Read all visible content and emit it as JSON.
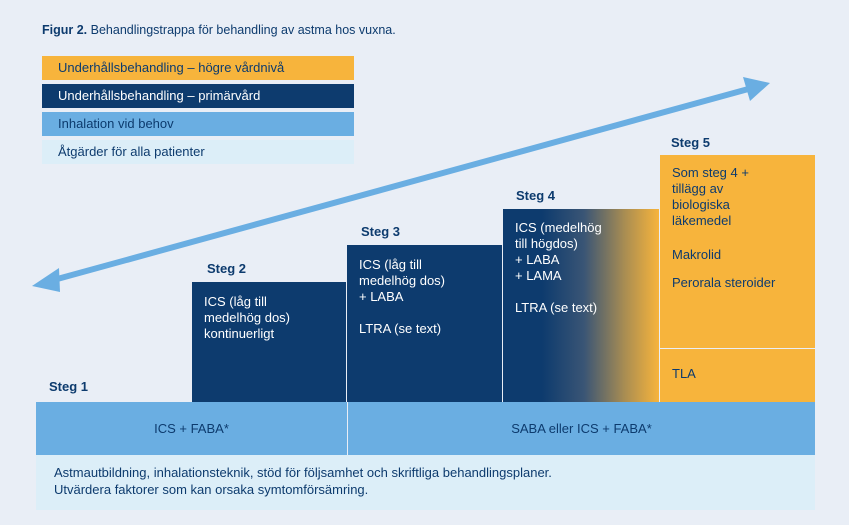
{
  "title": {
    "prefix": "Figur 2.",
    "text": " Behandlingstrappa för behandling av astma hos vuxna."
  },
  "legend": [
    {
      "label": "Underhållsbehandling – högre vårdnivå",
      "color": "#f7b43c"
    },
    {
      "label": "Underhållsbehandling – primärvård",
      "color": "#0d3b6e"
    },
    {
      "label": "Inhalation vid behov",
      "color": "#6aaee2"
    },
    {
      "label": "Åtgärder för alla patienter",
      "color": "#dceef8"
    }
  ],
  "steps": {
    "step1": {
      "label": "Steg 1"
    },
    "step2": {
      "label": "Steg 2",
      "lines": [
        "ICS (låg till",
        "medelhög dos)",
        "kontinuerligt"
      ]
    },
    "step3": {
      "label": "Steg 3",
      "lines": [
        "ICS (låg till",
        "medelhög dos)",
        "+ LABA"
      ],
      "extra": "LTRA (se text)"
    },
    "step4": {
      "label": "Steg 4",
      "lines": [
        "ICS (medelhög",
        "till högdos)",
        "+ LABA",
        "+ LAMA"
      ],
      "extra": "LTRA (se text)"
    },
    "step5": {
      "label": "Steg 5",
      "lines": [
        "Som steg 4 +",
        "tillägg av",
        "biologiska",
        "läkemedel"
      ],
      "item2": "Makrolid",
      "item3": "Perorala steroider",
      "bottom": "TLA"
    }
  },
  "inhalation": {
    "left": "ICS + FABA*",
    "right": "SABA eller ICS + FABA*"
  },
  "all_patients": {
    "line1": "Astmautbildning, inhalationsteknik, stöd för följsamhet och skriftliga behandlingsplaner.",
    "line2": "Utvärdera faktorer som kan orsaka symtomförsämring."
  },
  "colors": {
    "navy": "#0d3b6e",
    "orange": "#f7b43c",
    "light_blue": "#6aaee2",
    "pale_blue": "#dceef8",
    "background": "#e9eef6"
  }
}
